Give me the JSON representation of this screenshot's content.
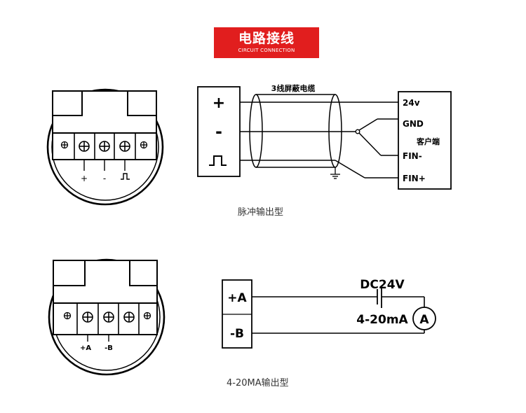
{
  "header": {
    "title": "电路接线",
    "subtitle": "CIRCUIT CONNECTION"
  },
  "pulse_diagram": {
    "caption": "脉冲输出型",
    "cable_label": "3线屏蔽电缆",
    "sensor_terminals": [
      "+",
      "-",
      "⎍"
    ],
    "client_pins": [
      "24v",
      "GND",
      "FIN-",
      "FIN+"
    ],
    "client_label": "客户端",
    "board_terminal_labels": [
      "+",
      "-",
      "⎍"
    ]
  },
  "current_diagram": {
    "caption": "4-20MA输出型",
    "sensor_terminals": [
      "+A",
      "-B"
    ],
    "supply_label": "DC24V",
    "meter_label": "4-20mA",
    "meter_symbol": "A",
    "board_terminal_labels": [
      "+A",
      "-B"
    ]
  }
}
